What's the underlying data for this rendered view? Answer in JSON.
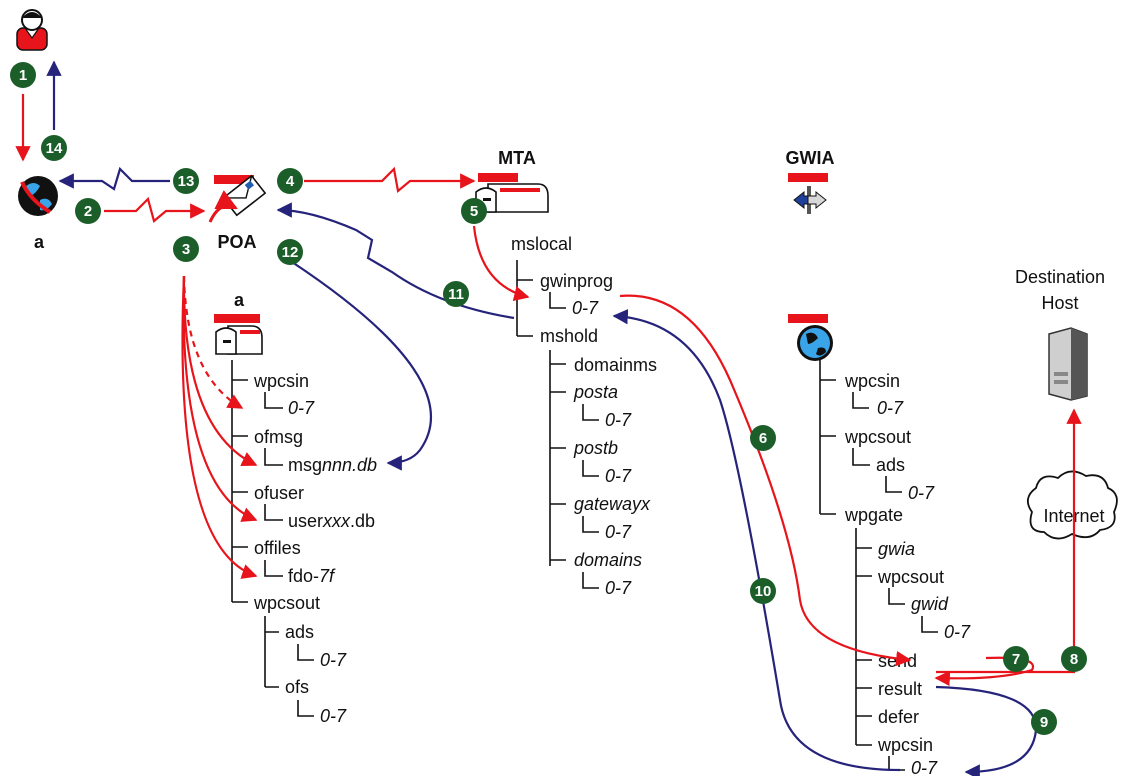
{
  "labels": {
    "mta": "MTA",
    "gwia": "GWIA",
    "poa": "POA",
    "user_a": "a",
    "po_a": "a",
    "destination_host_1": "Destination",
    "destination_host_2": "Host",
    "internet": "Internet"
  },
  "steps": [
    "1",
    "2",
    "3",
    "4",
    "5",
    "6",
    "7",
    "8",
    "9",
    "10",
    "11",
    "12",
    "13",
    "14"
  ],
  "po_tree": {
    "wpcsin": "wpcsin",
    "wpcsin_queue": "0-7",
    "ofmsg": "ofmsg",
    "ofmsg_db_prefix": "msg",
    "ofmsg_db_var": "nnn.db",
    "ofuser": "ofuser",
    "ofuser_db_prefix": "user",
    "ofuser_db_var": "xxx",
    "ofuser_db_suffix": ".db",
    "offiles": "offiles",
    "offiles_dir_prefix": "fdo-",
    "offiles_dir_var": "7f",
    "wpcsout": "wpcsout",
    "ads": "ads",
    "ads_queue": "0-7",
    "ofs": "ofs",
    "ofs_queue": "0-7"
  },
  "domain_tree": {
    "mslocal": "mslocal",
    "gwinprog": "gwinprog",
    "gwinprog_queue": "0-7",
    "mshold": "mshold",
    "domainms": "domainms",
    "posta": "posta",
    "posta_queue": "0-7",
    "postb": "postb",
    "postb_queue": "0-7",
    "gatewayx": "gatewayx",
    "gatewayx_queue": "0-7",
    "domains": "domains",
    "domains_queue": "0-7"
  },
  "gw_tree": {
    "wpcsin": "wpcsin",
    "wpcsin_queue": "0-7",
    "wpcsout": "wpcsout",
    "ads": "ads",
    "ads_queue": "0-7",
    "wpgate": "wpgate",
    "gwia": "gwia",
    "wpcsout2": "wpcsout",
    "gwid": "gwid",
    "gwid_queue": "0-7",
    "send": "send",
    "result": "result",
    "defer": "defer",
    "wpcsin2": "wpcsin",
    "wpcsin2_queue": "0-7"
  },
  "colors": {
    "outbound": "#e8141b",
    "return": "#25237a",
    "step_badge": "#1b5e2a",
    "agent_bar": "#e8141b"
  }
}
